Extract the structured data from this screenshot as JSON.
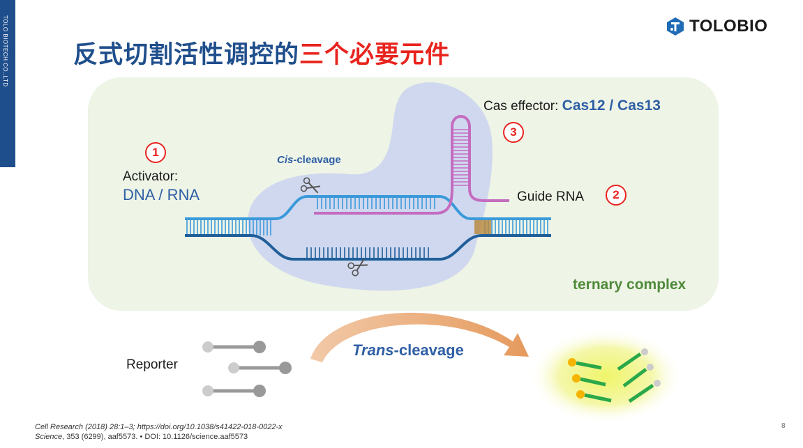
{
  "sidebar": {
    "text": "TOLO BIOTECH CO.,LTD"
  },
  "title": {
    "part1": "反式切割活性调控的",
    "part2": "三个必要元件"
  },
  "logo": {
    "text": "TOLOBIO",
    "icon": "tolobio-logo-icon",
    "color": "#1f6bb5"
  },
  "diagram": {
    "activator": {
      "number": "1",
      "label": "Activator:",
      "type": "DNA / RNA"
    },
    "guide_rna": {
      "number": "2",
      "label": "Guide RNA"
    },
    "cas_effector": {
      "number": "3",
      "label": "Cas effector: ",
      "value": "Cas12 / Cas13"
    },
    "cis_cleavage": {
      "italic": "Cis",
      "rest": "-cleavage"
    },
    "complex_label": "ternary complex",
    "trans_cleavage": {
      "italic": "Trans",
      "rest": "-cleavage"
    },
    "reporter_label": "Reporter",
    "colors": {
      "dna_top": "#3a9ad9",
      "dna_bottom": "#1f5f99",
      "guide_rna": "#c46cc0",
      "pam": "#b8863a",
      "complex_bg": "#eef4e6",
      "effector_blob": "#d0d8ef",
      "cleaved_glow": "#f4f7a8",
      "number_circle": "#e8241e"
    }
  },
  "references": {
    "ref1": "Cell Research (2018) 28:1–3; https://doi.org/10.1038/s41422-018-0022-x",
    "ref2_journal": "Science",
    "ref2_rest": ", 353 (6299), aaf5573. • DOI: 10.1126/science.aaf5573"
  },
  "page_number": "8"
}
